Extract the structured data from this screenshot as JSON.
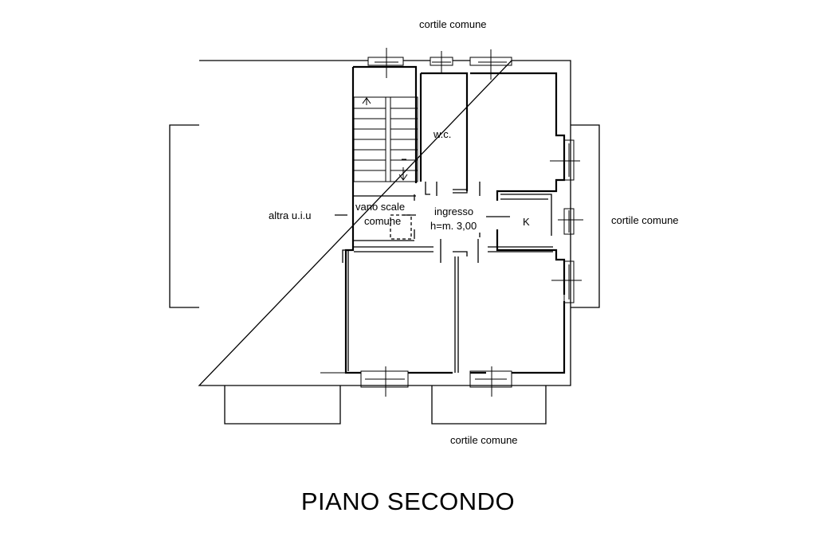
{
  "labels": {
    "courtyard_top": "cortile comune",
    "courtyard_right": "cortile comune",
    "courtyard_bottom": "cortile comune",
    "other_unit": "altra u.i.u",
    "stair_line1": "vano scale",
    "stair_line2": "comune",
    "wc": "w.c.",
    "entrance": "ingresso",
    "height": "h=m. 3,00",
    "kitchen": "K"
  },
  "title": "PIANO SECONDO",
  "colors": {
    "lines": "#000000",
    "background": "#ffffff"
  }
}
